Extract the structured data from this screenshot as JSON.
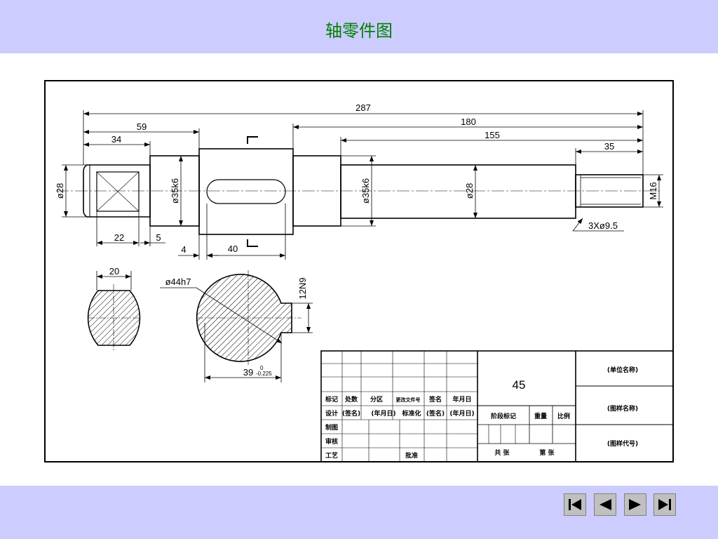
{
  "title": "轴零件图",
  "dimensions": {
    "d287": "287",
    "d180": "180",
    "d155": "155",
    "d59": "59",
    "d34": "34",
    "d35": "35",
    "d28_left": "ø28",
    "d35k6_a": "ø35k6",
    "d35k6_b": "ø35k6",
    "d28_mid": "ø28",
    "m16": "M16",
    "d3x95": "3Xø9.5",
    "d22": "22",
    "d5": "5",
    "d4": "4",
    "d40": "40",
    "d20": "20",
    "d44h7": "ø44h7",
    "d12n9": "12N9",
    "d39": "39",
    "tol_upper": "0",
    "tol_lower": "-0.225"
  },
  "title_block": {
    "material": "45",
    "row_labels": [
      "标记",
      "处数",
      "分区",
      "更改文件号",
      "签名",
      "年月日"
    ],
    "design": "设计",
    "sign1": "(签名)",
    "date1": "(年月日)",
    "standard": "标准化",
    "sign2": "(签名)",
    "date2": "(年月日)",
    "drafting": "制图",
    "review": "审核",
    "process": "工艺",
    "approve": "批准",
    "stage": "阶段标记",
    "weight": "重量",
    "scale": "比例",
    "total": "共  张",
    "sheet": "第  张",
    "unit_name": "(单位名称)",
    "drawing_name": "(图样名称)",
    "drawing_code": "(图样代号)"
  },
  "nav": {
    "first": "first-icon",
    "prev": "prev-icon",
    "next": "next-icon",
    "last": "last-icon"
  }
}
